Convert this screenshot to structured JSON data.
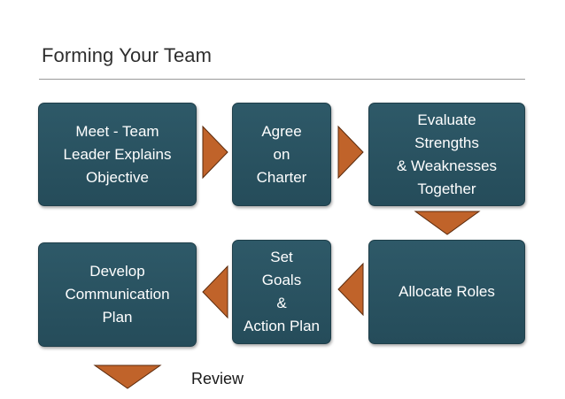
{
  "title": "Forming Your Team",
  "steps": [
    {
      "text": "Meet - Team\nLeader Explains\nObjective"
    },
    {
      "text": "Agree\non\nCharter"
    },
    {
      "text": "Evaluate\nStrengths\n& Weaknesses\nTogether"
    },
    {
      "text": "Allocate Roles"
    },
    {
      "text": "Set\nGoals\n&\nAction Plan"
    },
    {
      "text": "Develop\nCommunication\nPlan"
    }
  ],
  "footer_label": "Review",
  "colors": {
    "box_fill": "#2b5666",
    "arrow_fill": "#c0632a",
    "arrow_stroke": "#5a2a0c",
    "text": "#ffffff"
  }
}
